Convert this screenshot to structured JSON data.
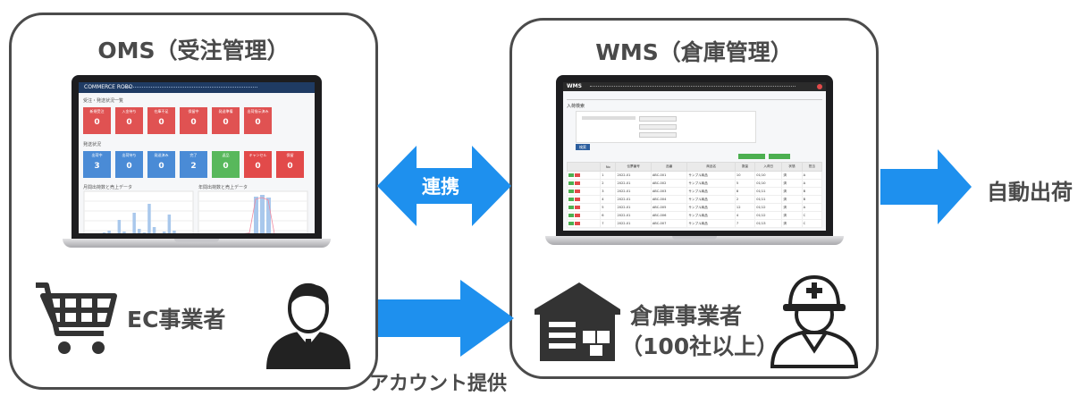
{
  "oms": {
    "title": "OMS（受注管理）",
    "actor_label": "EC事業者"
  },
  "wms": {
    "title": "WMS（倉庫管理）",
    "actor_label_line1": "倉庫事業者",
    "actor_label_line2": "（100社以上）"
  },
  "arrows": {
    "sync_label": "連携",
    "account_label": "アカウント提供",
    "output_label": "自動出荷"
  },
  "colors": {
    "arrow": "#1e90ee",
    "panel_border": "#4b4b4b",
    "icon": "#333333",
    "text": "#4a4a4a"
  },
  "oms_screen": {
    "nav_logo": "COMMERCE ROBO",
    "section1": "受注・発送状況一覧",
    "section2": "発送状況",
    "chart1_title": "月間出荷数と売上データ",
    "chart2_title": "年間出荷数と売上データ",
    "tiles_row1": [
      {
        "label": "新規受注",
        "value": "0"
      },
      {
        "label": "入金待ち",
        "value": "0"
      },
      {
        "label": "在庫不足",
        "value": "0"
      },
      {
        "label": "保留中",
        "value": "0"
      },
      {
        "label": "発送準備",
        "value": "0"
      },
      {
        "label": "出荷指示済み",
        "value": "0"
      }
    ],
    "tiles_row2": [
      {
        "label": "出荷中",
        "value": "3",
        "color": "#4a8bd6"
      },
      {
        "label": "出荷待ち",
        "value": "0",
        "color": "#4a8bd6"
      },
      {
        "label": "発送済み",
        "value": "0",
        "color": "#4a8bd6"
      },
      {
        "label": "完了",
        "value": "2",
        "color": "#4a8bd6"
      },
      {
        "label": "返品",
        "value": "0",
        "color": "#58b85c"
      },
      {
        "label": "キャンセル",
        "value": "0",
        "color": "#e24a4a"
      },
      {
        "label": "保留",
        "value": "0",
        "color": "#e24a4a"
      }
    ]
  },
  "wms_screen": {
    "nav_logo": "WMS",
    "section": "入荷検索",
    "search_button": "検索",
    "table_headers": [
      "",
      "No",
      "伝票番号",
      "品番",
      "商品名",
      "数量",
      "入荷日",
      "状態",
      "担当"
    ],
    "table_rows": [
      [
        "",
        "1",
        "2022-01",
        "ABC-001",
        "サンプル商品",
        "10",
        "01/10",
        "済",
        "A"
      ],
      [
        "",
        "2",
        "2022-01",
        "ABC-002",
        "サンプル商品",
        "5",
        "01/10",
        "済",
        "A"
      ],
      [
        "",
        "3",
        "2022-01",
        "ABC-003",
        "サンプル商品",
        "8",
        "01/11",
        "済",
        "B"
      ],
      [
        "",
        "4",
        "2022-01",
        "ABC-004",
        "サンプル商品",
        "2",
        "01/11",
        "済",
        "B"
      ],
      [
        "",
        "5",
        "2022-01",
        "ABC-005",
        "サンプル商品",
        "12",
        "01/12",
        "済",
        "A"
      ],
      [
        "",
        "6",
        "2022-01",
        "ABC-006",
        "サンプル商品",
        "4",
        "01/12",
        "済",
        "C"
      ],
      [
        "",
        "7",
        "2022-01",
        "ABC-007",
        "サンプル商品",
        "7",
        "01/13",
        "済",
        "C"
      ]
    ]
  }
}
